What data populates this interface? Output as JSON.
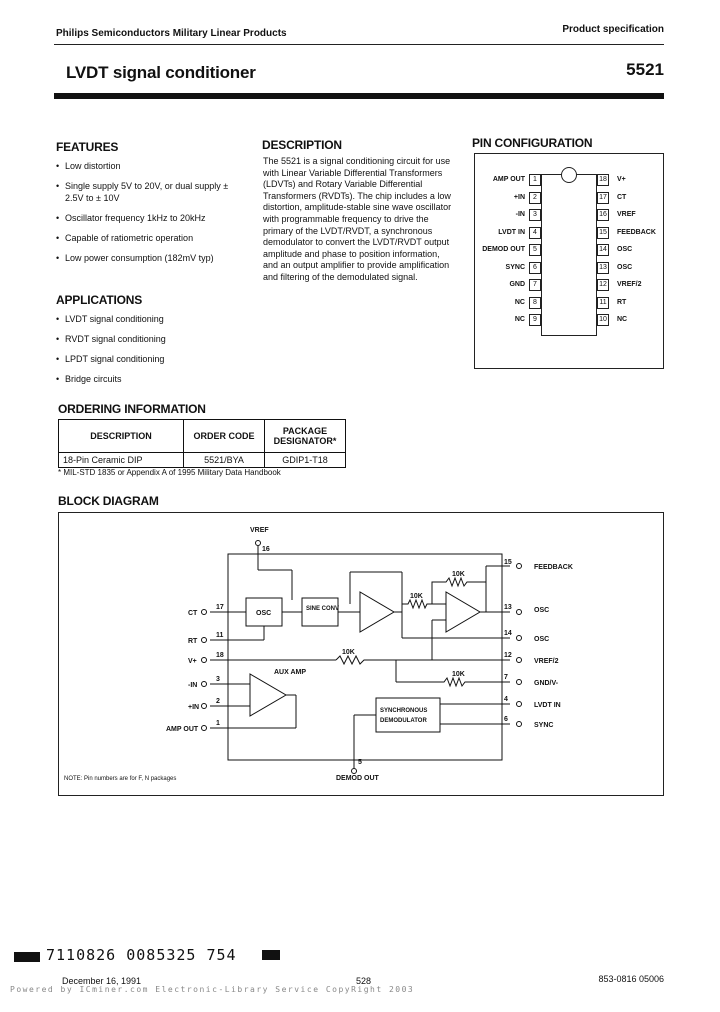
{
  "header": {
    "company": "Philips Semiconductors Military Linear Products",
    "doc_type": "Product specification",
    "title": "LVDT signal conditioner",
    "part_number": "5521"
  },
  "features": {
    "heading": "FEATURES",
    "items": [
      "Low distortion",
      "Single supply 5V to 20V, or dual supply ± 2.5V to ± 10V",
      "Oscillator frequency 1kHz to 20kHz",
      "Capable of ratiometric operation",
      "Low power consumption (182mV typ)"
    ]
  },
  "applications": {
    "heading": "APPLICATIONS",
    "items": [
      "LVDT signal conditioning",
      "RVDT signal conditioning",
      "LPDT signal conditioning",
      "Bridge circuits"
    ]
  },
  "description": {
    "heading": "DESCRIPTION",
    "text": "The 5521 is a signal conditioning circuit for use with Linear Variable Differential Transformers (LDVTs) and Rotary Variable Differential Transformers (RVDTs). The chip includes a low distortion, amplitude-stable sine wave oscillator with programmable frequency to drive the primary of the LVDT/RVDT, a synchronous demodulator to convert the LVDT/RVDT output amplitude and phase to position information, and an output amplifier to provide amplification and filtering of the demodulated signal."
  },
  "pin_configuration": {
    "heading": "PIN CONFIGURATION",
    "left": [
      {
        "label": "AMP OUT",
        "num": "1"
      },
      {
        "label": "+IN",
        "num": "2"
      },
      {
        "label": "-IN",
        "num": "3"
      },
      {
        "label": "LVDT IN",
        "num": "4"
      },
      {
        "label": "DEMOD OUT",
        "num": "5"
      },
      {
        "label": "SYNC",
        "num": "6"
      },
      {
        "label": "GND",
        "num": "7"
      },
      {
        "label": "NC",
        "num": "8"
      },
      {
        "label": "NC",
        "num": "9"
      }
    ],
    "right": [
      {
        "num": "18",
        "label": "V+"
      },
      {
        "num": "17",
        "label": "CT"
      },
      {
        "num": "16",
        "label": "VREF"
      },
      {
        "num": "15",
        "label": "FEEDBACK"
      },
      {
        "num": "14",
        "label": "OSC"
      },
      {
        "num": "13",
        "label": "OSC"
      },
      {
        "num": "12",
        "label": "VREF/2"
      },
      {
        "num": "11",
        "label": "RT"
      },
      {
        "num": "10",
        "label": "NC"
      }
    ]
  },
  "ordering": {
    "heading": "ORDERING INFORMATION",
    "columns": [
      "DESCRIPTION",
      "ORDER CODE",
      "PACKAGE DESIGNATOR*"
    ],
    "rows": [
      [
        "18-Pin Ceramic DIP",
        "5521/BYA",
        "GDIP1-T18"
      ]
    ],
    "footnote": "* MIL-STD 1835 or Appendix A of 1995 Military Data Handbook"
  },
  "block_diagram": {
    "heading": "BLOCK DIAGRAM",
    "labels": {
      "vref": "VREF",
      "vref_pin": "16",
      "feedback": "FEEDBACK",
      "feedback_pin": "15",
      "osc_block": "OSC",
      "sine_block": "SINE CONV",
      "res_10k_a": "10K",
      "res_10k_b": "10K",
      "res_10k_c": "10K",
      "res_10k_d": "10K",
      "ct": "CT",
      "ct_pin": "17",
      "rt": "RT",
      "rt_pin": "11",
      "vplus": "V+",
      "vplus_pin": "18",
      "osc_bar": "OSC",
      "osc_bar_pin": "13",
      "osc": "OSC",
      "osc_pin": "14",
      "vref2": "VREF/2",
      "vref2_pin": "12",
      "aux_amp": "AUX AMP",
      "minus_in": "-IN",
      "minus_in_pin": "3",
      "plus_in": "+IN",
      "plus_in_pin": "2",
      "amp_out": "AMP OUT",
      "amp_out_pin": "1",
      "gndv": "GND/V-",
      "gndv_pin": "7",
      "lvdt_in": "LVDT IN",
      "lvdt_in_pin": "4",
      "sync": "SYNC",
      "sync_pin": "6",
      "demod_block_1": "SYNCHRONOUS",
      "demod_block_2": "DEMODULATOR",
      "demod_out": "DEMOD OUT",
      "demod_out_pin": "5",
      "note": "NOTE: Pin numbers are for F, N packages"
    }
  },
  "footer": {
    "barcode_text": "7110826 0085325 754",
    "date": "December 16, 1991",
    "page": "528",
    "doc_number": "853-0816 05006",
    "watermark": "Powered by ICminer.com Electronic-Library Service CopyRight 2003"
  }
}
